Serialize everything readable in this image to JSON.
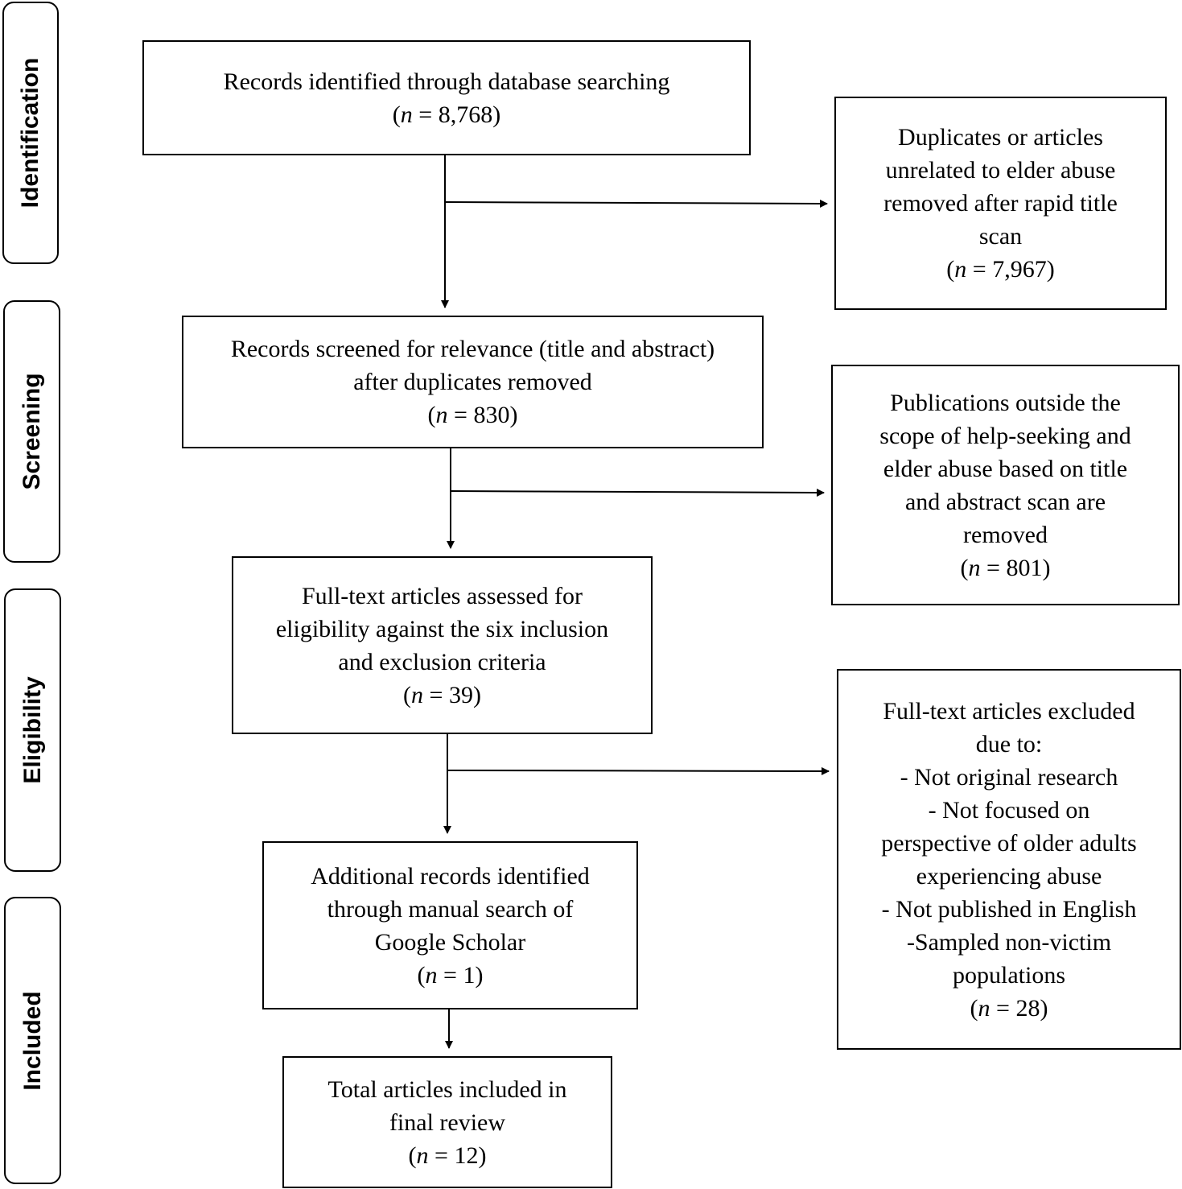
{
  "phases": {
    "identification": "Identification",
    "screening": "Screening",
    "eligibility": "Eligibility",
    "included": "Included"
  },
  "boxes": {
    "identified": {
      "lines": [
        "Records identified through database searching"
      ],
      "n_prefix": "(",
      "n_var": "n",
      "n_value": " = 8,768)"
    },
    "duplicates_removed": {
      "lines": [
        "Duplicates or articles",
        "unrelated to elder abuse",
        "removed after rapid title",
        "scan"
      ],
      "n_prefix": "(",
      "n_var": "n",
      "n_value": " = 7,967)"
    },
    "screened": {
      "lines": [
        "Records screened for relevance (title and abstract)",
        "after duplicates removed"
      ],
      "n_prefix": "(",
      "n_var": "n",
      "n_value": " = 830)"
    },
    "scope_excluded": {
      "lines": [
        "Publications outside the",
        "scope of help-seeking and",
        "elder abuse based on title",
        "and abstract scan are",
        "removed"
      ],
      "n_prefix": "(",
      "n_var": "n",
      "n_value": " = 801)"
    },
    "fulltext_assessed": {
      "lines": [
        "Full-text articles assessed for",
        "eligibility against the six inclusion",
        "and exclusion criteria"
      ],
      "n_prefix": "(",
      "n_var": "n",
      "n_value": " = 39)"
    },
    "fulltext_excluded": {
      "lines": [
        "Full-text articles excluded",
        "due to:",
        "- Not original research",
        "- Not focused on",
        "perspective of older adults",
        "experiencing abuse",
        "- Not published in English",
        "-Sampled non-victim",
        "populations"
      ],
      "n_prefix": "(",
      "n_var": "n",
      "n_value": " = 28)"
    },
    "additional": {
      "lines": [
        "Additional records identified",
        "through manual search of",
        "Google Scholar"
      ],
      "n_prefix": "(",
      "n_var": "n",
      "n_value": " = 1)"
    },
    "total_included": {
      "lines": [
        "Total articles included in",
        "final review"
      ],
      "n_prefix": "(",
      "n_var": "n",
      "n_value": " = 12)"
    }
  }
}
